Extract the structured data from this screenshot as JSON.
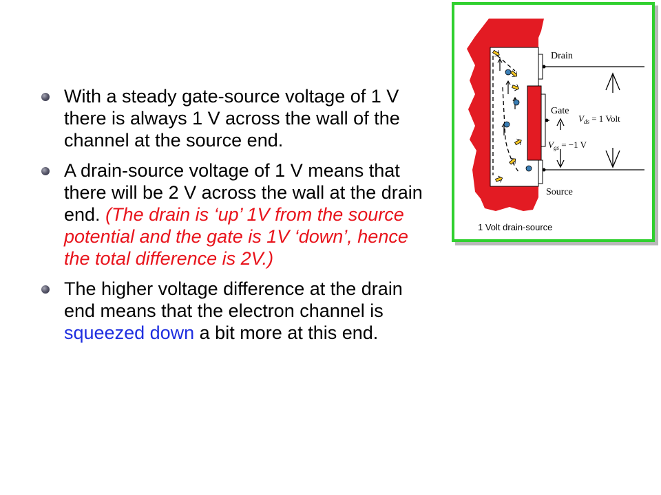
{
  "bullets": [
    {
      "text": "With a steady gate-source voltage of 1 V there is always 1 V across the wall of the channel at the source end."
    },
    {
      "text": "A drain-source voltage of 1 V means that there will be 2 V across the wall at the drain end. ",
      "highlight": "(The drain is ‘up’ 1V from the source potential and the gate is 1V ‘down’, hence the total difference is 2V.)"
    },
    {
      "text_before": "The higher voltage difference at the drain end means that the electron channel is ",
      "highlight": "squeezed down",
      "text_after": " a bit more at this end."
    }
  ],
  "figure": {
    "labels": {
      "drain": "Drain",
      "gate": "Gate",
      "source": "Source",
      "vds_sym": "V",
      "vds_sub": "ds",
      "vds_val": " = 1 Volt",
      "vgs_sym": "V",
      "vgs_sub": "gs",
      "vgs_val": " = −1 V",
      "caption": "1 Volt drain-source"
    },
    "colors": {
      "border": "#30d02f",
      "body": "#e31b23",
      "channel": "#ffffff",
      "electron": "#3b7fb6"
    }
  },
  "colors": {
    "text": "#000000",
    "highlight_red": "#e8141c",
    "highlight_blue": "#1f2fe0"
  }
}
